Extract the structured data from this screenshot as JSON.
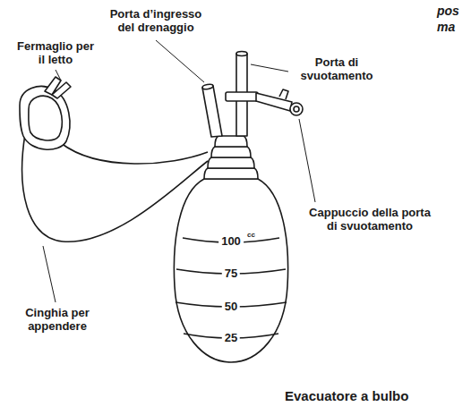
{
  "diagram": {
    "caption": "Evacuatore a bulbo",
    "labels": [
      "Fermaglio per il letto",
      "Porta d’ingresso del drenaggio",
      "Porta di svuotamento",
      "Cappuccio della porta di svuotamento",
      "Cinghia per appendere",
      "100",
      "cc",
      "75",
      "50",
      "25",
      "pos",
      "ma"
    ]
  }
}
